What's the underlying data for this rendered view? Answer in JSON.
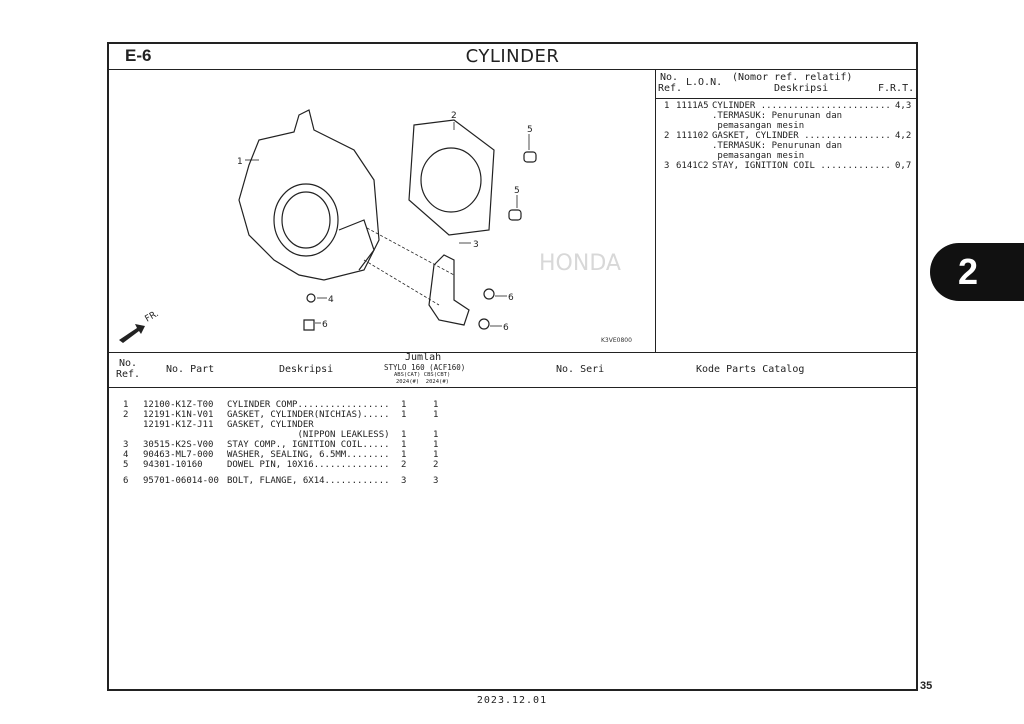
{
  "header": {
    "code": "E-6",
    "title": "CYLINDER"
  },
  "diagram": {
    "code": "K3VE0800",
    "front_label": "FR.",
    "callouts": [
      "1",
      "2",
      "3",
      "4",
      "5",
      "5",
      "6",
      "6",
      "6"
    ]
  },
  "ref_table": {
    "headers": {
      "no": "No.",
      "ref": "Ref.",
      "lon": "L.O.N.",
      "nomor": "(Nomor ref. relatif)",
      "desc": "Deskripsi",
      "frt": "F.R.T."
    },
    "rows": [
      {
        "no": "1",
        "lon": "1111A5",
        "desc": "CYLINDER ........................",
        "frt": "4,3",
        "note1": ".TERMASUK: Penurunan dan",
        "note2": " pemasangan mesin"
      },
      {
        "no": "2",
        "lon": "111102",
        "desc": "GASKET, CYLINDER ................",
        "frt": "4,2",
        "note1": ".TERMASUK: Penurunan dan",
        "note2": " pemasangan mesin"
      },
      {
        "no": "3",
        "lon": "6141C2",
        "desc": "STAY, IGNITION COIL .............",
        "frt": "0,7"
      }
    ]
  },
  "parts_table": {
    "headers": {
      "no": "No.",
      "ref": "Ref.",
      "part": "No. Part",
      "desc": "Deskripsi",
      "jumlah": "Jumlah",
      "model": "STYLO 160 (ACF160)",
      "variant": "ABS(CAT) CBS(CBT)",
      "year": "2024(#)  2024(#)",
      "seri": "No. Seri",
      "kode": "Kode Parts Catalog"
    },
    "rows": [
      {
        "ref": "1",
        "part": "12100-K1Z-T00",
        "desc": "CYLINDER COMP.................",
        "q1": "1",
        "q2": "1"
      },
      {
        "ref": "2",
        "part": "12191-K1N-V01",
        "desc": "GASKET, CYLINDER(NICHIAS).....",
        "q1": "1",
        "q2": "1"
      },
      {
        "ref": "",
        "part": "12191-K1Z-J11",
        "desc": "GASKET, CYLINDER",
        "q1": "",
        "q2": ""
      },
      {
        "ref": "",
        "part": "",
        "desc": "             (NIPPON LEAKLESS)",
        "q1": "1",
        "q2": "1"
      },
      {
        "ref": "3",
        "part": "30515-K2S-V00",
        "desc": "STAY COMP., IGNITION COIL.....",
        "q1": "1",
        "q2": "1"
      },
      {
        "ref": "4",
        "part": "90463-ML7-000",
        "desc": "WASHER, SEALING, 6.5MM........",
        "q1": "1",
        "q2": "1"
      },
      {
        "ref": "5",
        "part": "94301-10160",
        "desc": "DOWEL PIN, 10X16..............",
        "q1": "2",
        "q2": "2"
      },
      {
        "ref": "6",
        "part": "95701-06014-00",
        "desc": "BOLT, FLANGE, 6X14............",
        "q1": "3",
        "q2": "3"
      }
    ]
  },
  "section_tab": "2",
  "page_number": "35",
  "date": "2023.12.01"
}
